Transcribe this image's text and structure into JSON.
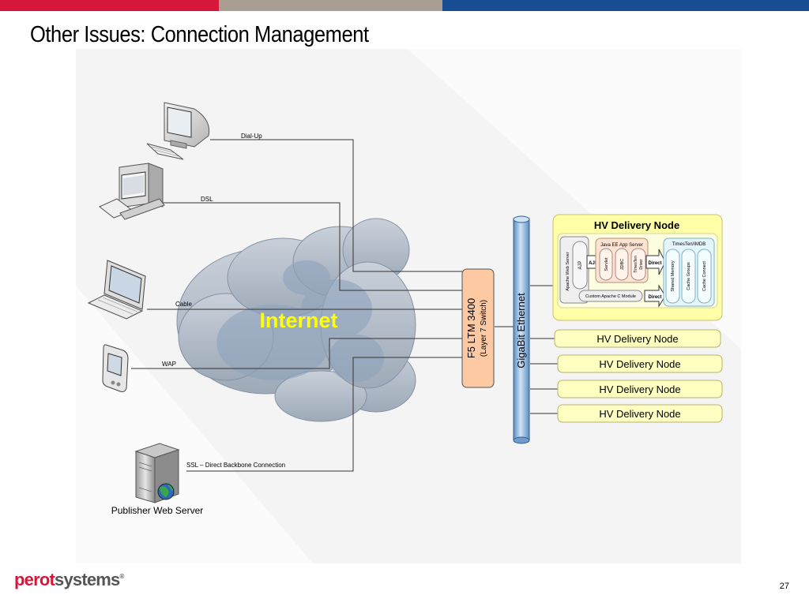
{
  "header": {
    "title": "Other Issues: Connection Management"
  },
  "diagram": {
    "connections": {
      "dialup": "Dial-Up",
      "dsl": "DSL",
      "cable": "Cable",
      "wap": "WAP",
      "ssl": "SSL – Direct Backbone Connection"
    },
    "cloud_label": "Internet",
    "publisher_label": "Publisher Web Server",
    "switch": {
      "name": "F5 LTM 3400",
      "subtitle": "(Layer 7 Switch)"
    },
    "backbone_label": "GigaBit Ethernet",
    "main_node": {
      "title": "HV Delivery Node",
      "apache": "Apache Web Server",
      "ajp_inner": "AJP",
      "ajp_arrow": "AJP",
      "javaee": "Java EE App Server",
      "servlet": "Servlet",
      "jdbc": "JDBC",
      "driver_line1": "TimesTen",
      "driver_line2": "Driver",
      "direct1": "Direct",
      "direct2": "Direct",
      "custom_module": "Custom Apache C Module",
      "timesten": "TimesTen/IMDB",
      "shared_memory": "Shared Memory",
      "cache_groups": "Cache Groups",
      "cache_connect": "Cache Connect"
    },
    "nodes": [
      "HV Delivery Node",
      "HV Delivery Node",
      "HV Delivery Node",
      "HV Delivery Node"
    ]
  },
  "footer": {
    "logo_part1": "perot",
    "logo_part2": "systems",
    "logo_mark": "®",
    "page_number": "27"
  },
  "colors": {
    "brand_red": "#d6173a",
    "brand_tan": "#a89f92",
    "brand_blue": "#174e93",
    "switch_fill": "#fcc9a3",
    "node_fill": "#ffffc2",
    "backbone": "#9ec3e8"
  }
}
